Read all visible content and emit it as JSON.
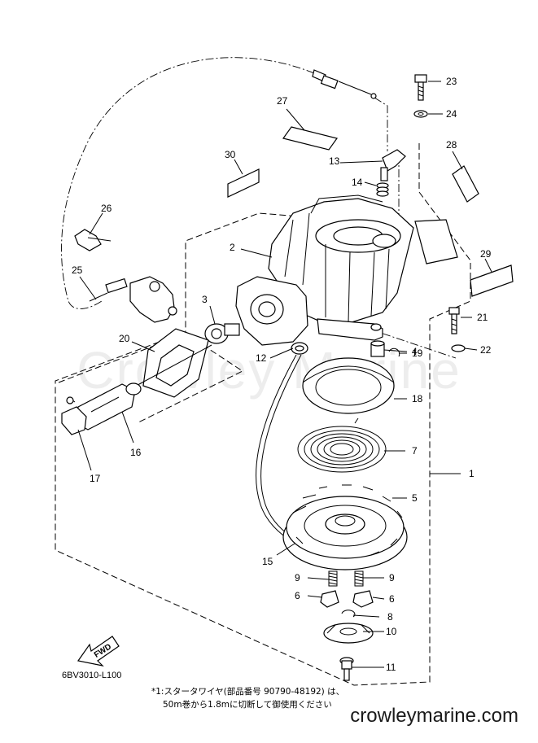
{
  "diagram": {
    "drawing_code": "6BV3010-L100",
    "fwd_label": "FWD",
    "watermark": "Crowley Marine",
    "site": "crowleymarine.com",
    "note_line1": "*1:スタータワイヤ(部品番号 90790-48192) は、",
    "note_line2": "50m巻から1.8mに切断して御使用ください",
    "callouts": [
      {
        "id": "c1",
        "label": "1"
      },
      {
        "id": "c2",
        "label": "2"
      },
      {
        "id": "c3",
        "label": "3"
      },
      {
        "id": "c4",
        "label": "4"
      },
      {
        "id": "c5",
        "label": "5"
      },
      {
        "id": "c6a",
        "label": "6"
      },
      {
        "id": "c6b",
        "label": "6"
      },
      {
        "id": "c7",
        "label": "7"
      },
      {
        "id": "c8",
        "label": "8"
      },
      {
        "id": "c9a",
        "label": "9"
      },
      {
        "id": "c9b",
        "label": "9"
      },
      {
        "id": "c10",
        "label": "10"
      },
      {
        "id": "c11",
        "label": "11"
      },
      {
        "id": "c12",
        "label": "12"
      },
      {
        "id": "c13",
        "label": "13"
      },
      {
        "id": "c14",
        "label": "14"
      },
      {
        "id": "c15",
        "label": "15"
      },
      {
        "id": "c16",
        "label": "16"
      },
      {
        "id": "c17",
        "label": "17"
      },
      {
        "id": "c18",
        "label": "18"
      },
      {
        "id": "c19",
        "label": "19"
      },
      {
        "id": "c20",
        "label": "20"
      },
      {
        "id": "c21",
        "label": "21"
      },
      {
        "id": "c22",
        "label": "22"
      },
      {
        "id": "c23",
        "label": "23"
      },
      {
        "id": "c24",
        "label": "24"
      },
      {
        "id": "c25",
        "label": "25"
      },
      {
        "id": "c26",
        "label": "26"
      },
      {
        "id": "c27",
        "label": "27"
      },
      {
        "id": "c28",
        "label": "28"
      },
      {
        "id": "c29",
        "label": "29"
      },
      {
        "id": "c30",
        "label": "30"
      }
    ]
  }
}
